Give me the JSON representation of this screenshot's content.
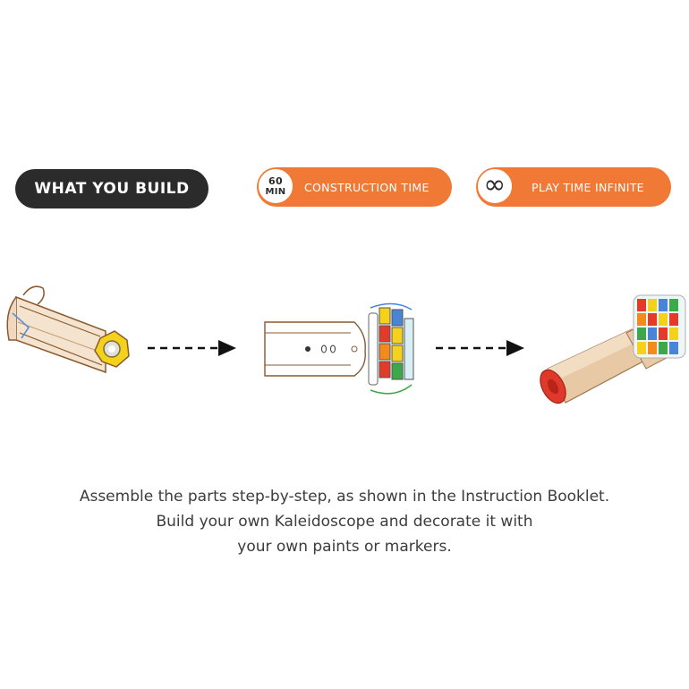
{
  "header": {
    "build_label": "WHAT YOU BUILD",
    "construction_time": {
      "value": "60",
      "unit": "MIN",
      "label": "CONSTRUCTION TIME"
    },
    "play_time": {
      "icon": "infinity-icon",
      "label": "PLAY TIME INFINITE"
    }
  },
  "colors": {
    "accent_orange": "#f07a35",
    "dark_badge": "#2b2b2b",
    "text": "#3c3c3c",
    "wood": "#e8c9a6"
  },
  "description": {
    "line1": "Assemble the parts step-by-step, as shown in the Instruction Booklet.",
    "line2": "Build your own Kaleidoscope and decorate it with",
    "line3": "your own paints or markers."
  }
}
